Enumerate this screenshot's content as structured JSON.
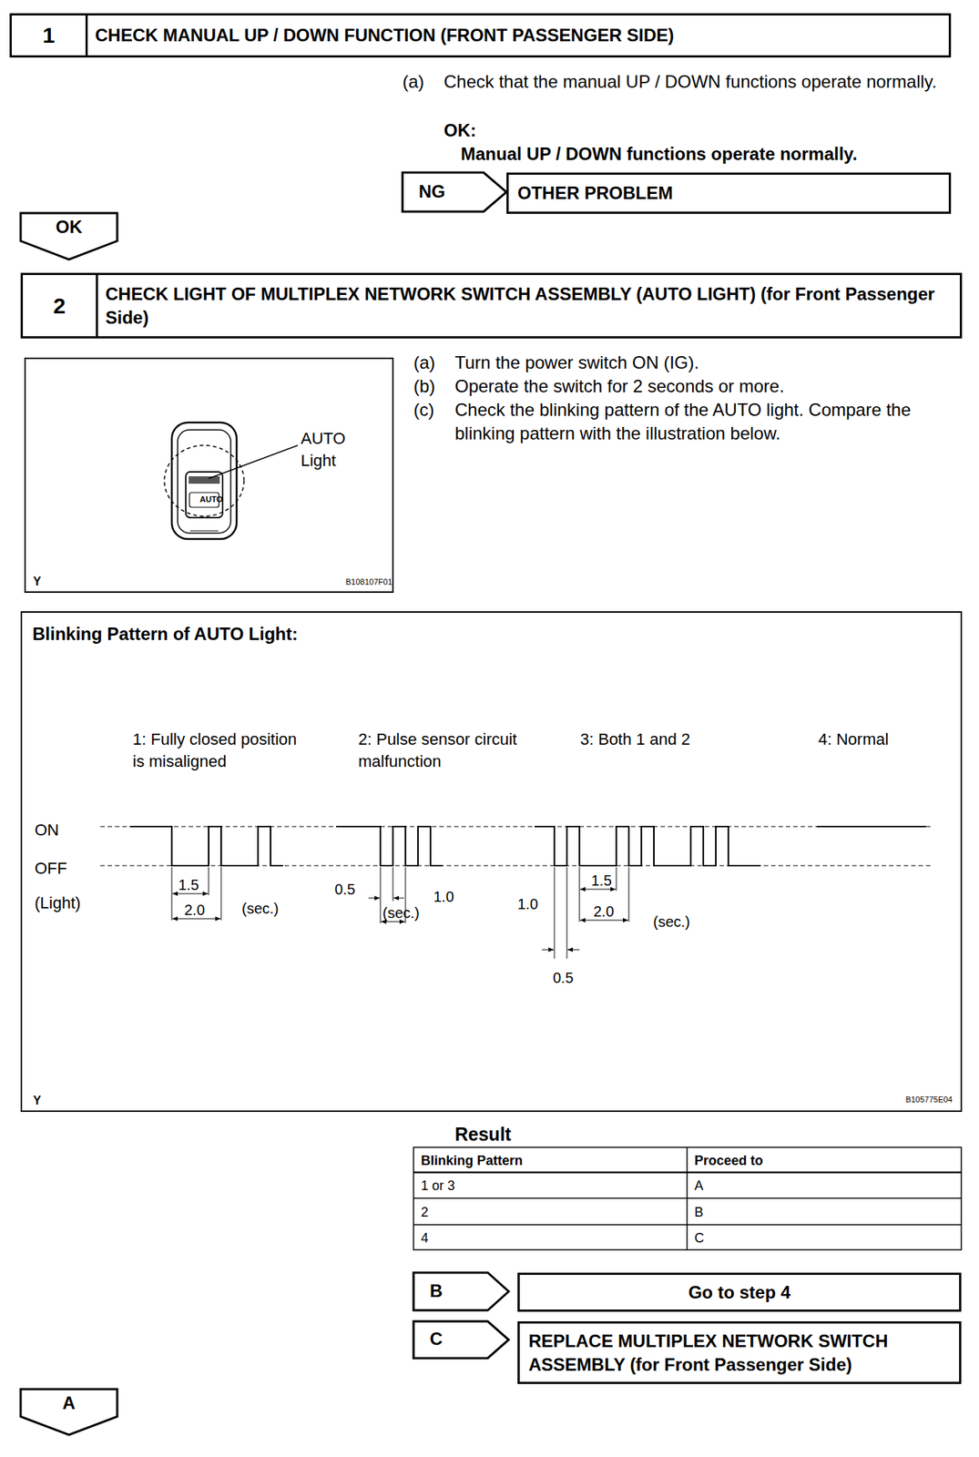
{
  "diagram": {
    "nodes": [
      {
        "text": [
          "1",
          "CHECK MANUAL UP / DOWN FUNCTION (FRONT PASSENGER SIDE)"
        ]
      },
      {
        "text": [
          "NG"
        ]
      },
      {
        "text": [
          "OTHER PROBLEM"
        ]
      },
      {
        "text": [
          "OK"
        ]
      },
      {
        "text": [
          "2",
          "CHECK LIGHT OF MULTIPLEX NETWORK SWITCH ASSEMBLY (AUTO LIGHT) (for Front Passenger Side)"
        ]
      },
      {
        "text": [
          "AUTO",
          "AUTO Light",
          "Y",
          "B108107F01"
        ]
      },
      {
        "text": [
          "Blinking Pattern of AUTO Light:",
          "1: Fully closed position is misaligned",
          "2: Pulse sensor circuit malfunction",
          "3: Both 1 and 2",
          "4: Normal",
          "ON",
          "OFF",
          "(Light)",
          "1.5",
          "2.0",
          "(sec.)",
          "0.5",
          "1.0",
          "(sec.)",
          "1.0",
          "1.5",
          "2.0",
          "(sec.)",
          "0.5",
          "Y",
          "B105775E04"
        ]
      },
      {
        "text": [
          "B"
        ]
      },
      {
        "text": [
          "Go to step 4"
        ]
      },
      {
        "text": [
          "C"
        ]
      },
      {
        "text": [
          "REPLACE MULTIPLEX NETWORK SWITCH ASSEMBLY (for Front Passenger Side)"
        ]
      },
      {
        "text": [
          "A"
        ]
      }
    ],
    "labels": [
      "(a)",
      "Check that the manual UP / DOWN functions operate normally.",
      "OK:",
      "Manual UP / DOWN functions operate normally.",
      "(a)",
      "Turn the power switch ON (IG).",
      "(b)",
      "Operate the switch for 2 seconds or more.",
      "(c)",
      "Check the blinking pattern of the AUTO light. Compare the blinking pattern with the illustration below.",
      "Result",
      "Blinking Pattern",
      "Proceed to",
      "1 or 3",
      "A",
      "2",
      "B",
      "4",
      "C"
    ]
  }
}
